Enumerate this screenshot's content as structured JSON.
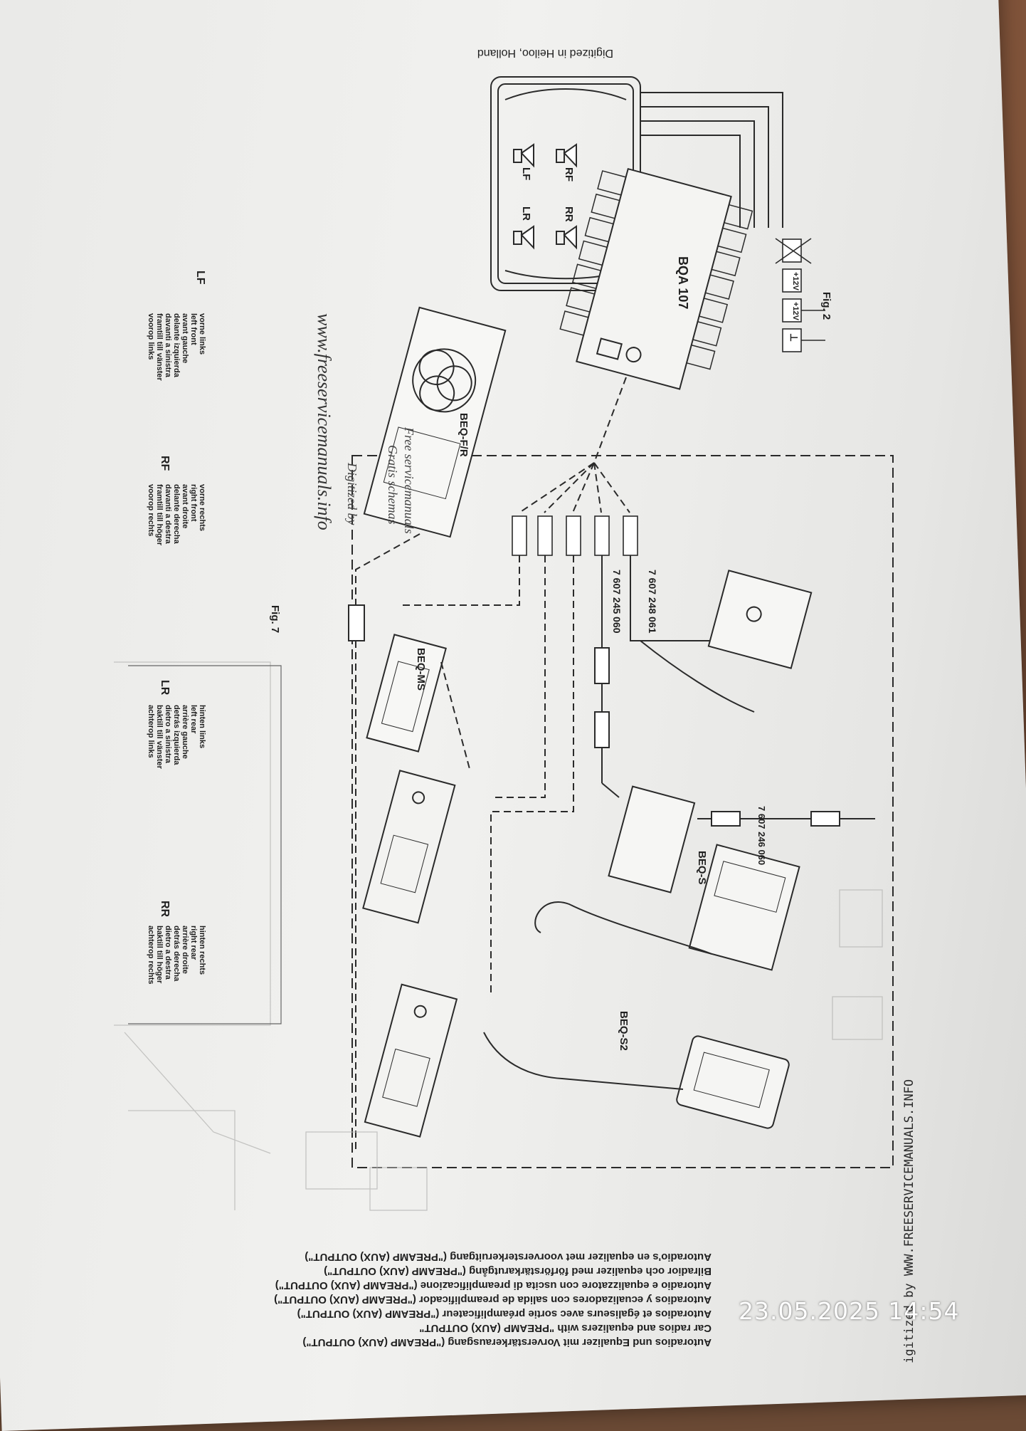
{
  "header_note": "Digitized in Heiloo, Holland",
  "side_note": "igitized by WWW.FREESERVICEMANUALS.INFO",
  "watermark": {
    "url": "www.freeservicemanuals.info",
    "digitized_by": "Digitized by",
    "site": "Free servicemanuals",
    "sub": "Gratis schemas"
  },
  "caption": [
    "Autoradios und Equalizer mit Vorverstärkerausgang (\"PREAMP (AUX) OUTPUT\")",
    "Car radios and equalizers with \"PREAMP (AUX) OUTPUT\"",
    "Autoradios et égaliseurs avec sortie préamplificateur (\"PREAMP (AUX) OUTPUT\")",
    "Autoradios y ecualizadores con salida de preamplificador (\"PREAMP (AUX) OUTPUT\")",
    "Autoradio e equalizzatore con uscita di preamplificazione (\"PREAMP (AUX) OUTPUT\")",
    "Bilradior och equalizer med förförstärkarutgång (\"PREAMP (AUX) OUTPUT\")",
    "Autoradio's en equalizer met voorversterkeruitgang (\"PREAMP (AUX) OUTPUT\")"
  ],
  "legend": [
    {
      "abbr": "LF",
      "lines": [
        "vorne links",
        "left front",
        "avant gauche",
        "delante izquierda",
        "davanti a sinistra",
        "framtill till vänster",
        "voorop links"
      ]
    },
    {
      "abbr": "RF",
      "lines": [
        "vorne rechts",
        "right front",
        "avant droite",
        "delante derecha",
        "davanti a destra",
        "framtill till höger",
        "voorop rechts"
      ]
    },
    {
      "abbr": "LR",
      "lines": [
        "hinten links",
        "left rear",
        "arrière gauche",
        "detrás izquierda",
        "dietro a sinistra",
        "baktill till vänster",
        "achterop links"
      ]
    },
    {
      "abbr": "RR",
      "lines": [
        "hinten rechts",
        "right rear",
        "arrière droite",
        "detrás derecha",
        "dietro a destra",
        "baktill till höger",
        "achterop rechts"
      ]
    }
  ],
  "figures": {
    "fig7": "Fig. 7",
    "fig2": "Fig. 2"
  },
  "components": {
    "bqa": "BQA 107",
    "beq_fr": "BEQ-F/R",
    "beq_ms": "BEQ-MS",
    "beq_s": "BEQ-S",
    "beq_s2": "BEQ-S2"
  },
  "part_numbers": {
    "p1": "7 607 248 061",
    "p2": "7 607 245 060",
    "p3": "7 607 246 060"
  },
  "speakers": {
    "lf": "LF",
    "rf": "RF",
    "lr": "LR",
    "rr": "RR"
  },
  "voltages": {
    "v1": "+12V",
    "v2": "+12V",
    "ground": "⊥"
  },
  "timestamp": "23.05.2025 14:54"
}
